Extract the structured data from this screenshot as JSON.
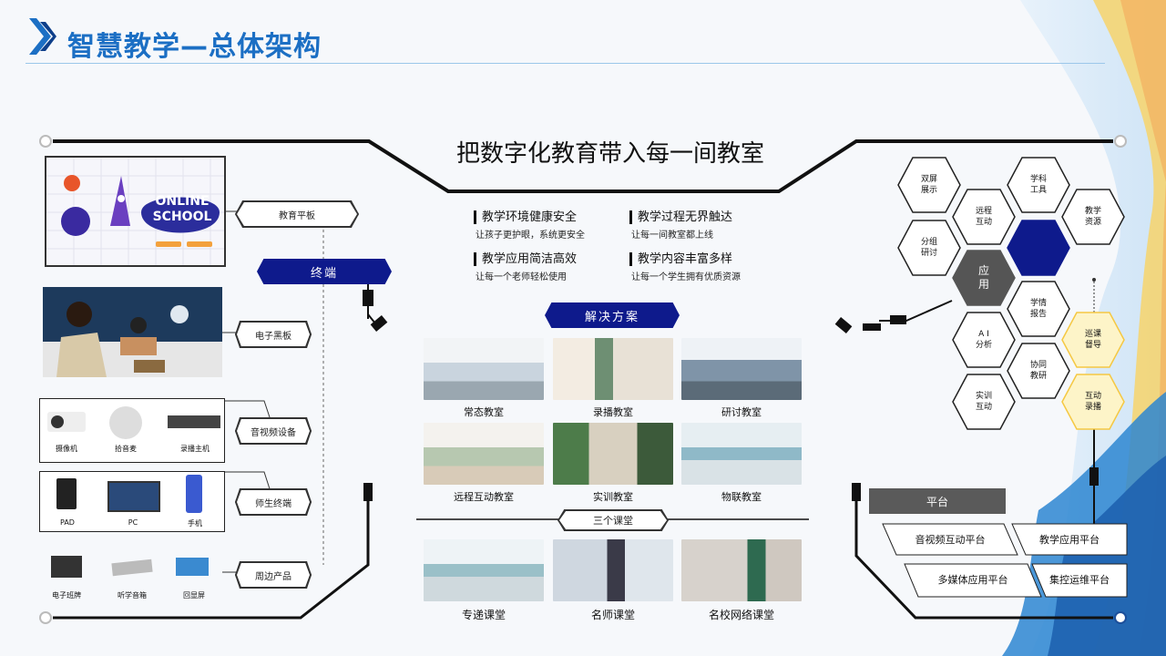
{
  "title": "智慧教学—总体架构",
  "headline": "把数字化教育带入每一间教室",
  "features": [
    {
      "heading": "教学环境健康安全",
      "sub": "让孩子更护眼，系统更安全"
    },
    {
      "heading": "教学过程无界触达",
      "sub": "让每一间教室都上线"
    },
    {
      "heading": "教学应用简洁高效",
      "sub": "让每一个老师轻松使用"
    },
    {
      "heading": "教学内容丰富多样",
      "sub": "让每一个学生拥有优质资源"
    }
  ],
  "left": {
    "terminal_label": "终端",
    "online_school_text": "ONLINE SCHOOL",
    "categories": [
      "教育平板",
      "电子黑板",
      "音视频设备",
      "师生终端",
      "周边产品"
    ],
    "av_devices": [
      "摄像机",
      "拾音麦",
      "录播主机"
    ],
    "teacher_student_devices": [
      "PAD",
      "PC",
      "手机"
    ],
    "peripheral_devices": [
      "电子班牌",
      "听学音箱",
      "回显屏"
    ]
  },
  "center": {
    "solution_label": "解决方案",
    "classrooms": [
      "常态教室",
      "录播教室",
      "研讨教室",
      "远程互动教室",
      "实训教室",
      "物联教室"
    ],
    "three_label": "三个课堂",
    "courses": [
      "专递课堂",
      "名师课堂",
      "名校网络课堂"
    ]
  },
  "right": {
    "hexes": [
      {
        "label": "双屏\n展示"
      },
      {
        "label": "学科\n工具"
      },
      {
        "label": "远程\n互动"
      },
      {
        "label": "教学\n资源"
      },
      {
        "label": "分组\n研讨"
      },
      {
        "label": "应\n用"
      },
      {
        "label": "学情\n报告"
      },
      {
        "label": "巡课\n督导"
      },
      {
        "label": "A I\n分析"
      },
      {
        "label": "协同\n教研"
      },
      {
        "label": "实训\n互动"
      },
      {
        "label": "互动\n录播"
      }
    ],
    "platform_label": "平台",
    "platforms": [
      "音视频互动平台",
      "教学应用平台",
      "多媒体应用平台",
      "集控运维平台"
    ]
  },
  "colors": {
    "accent": "#1c6fc4",
    "navy": "#0e1a8c",
    "gray_hex": "#555555",
    "yellow_hex": "#fdf4c8",
    "yellow_stroke": "#f5c842"
  }
}
